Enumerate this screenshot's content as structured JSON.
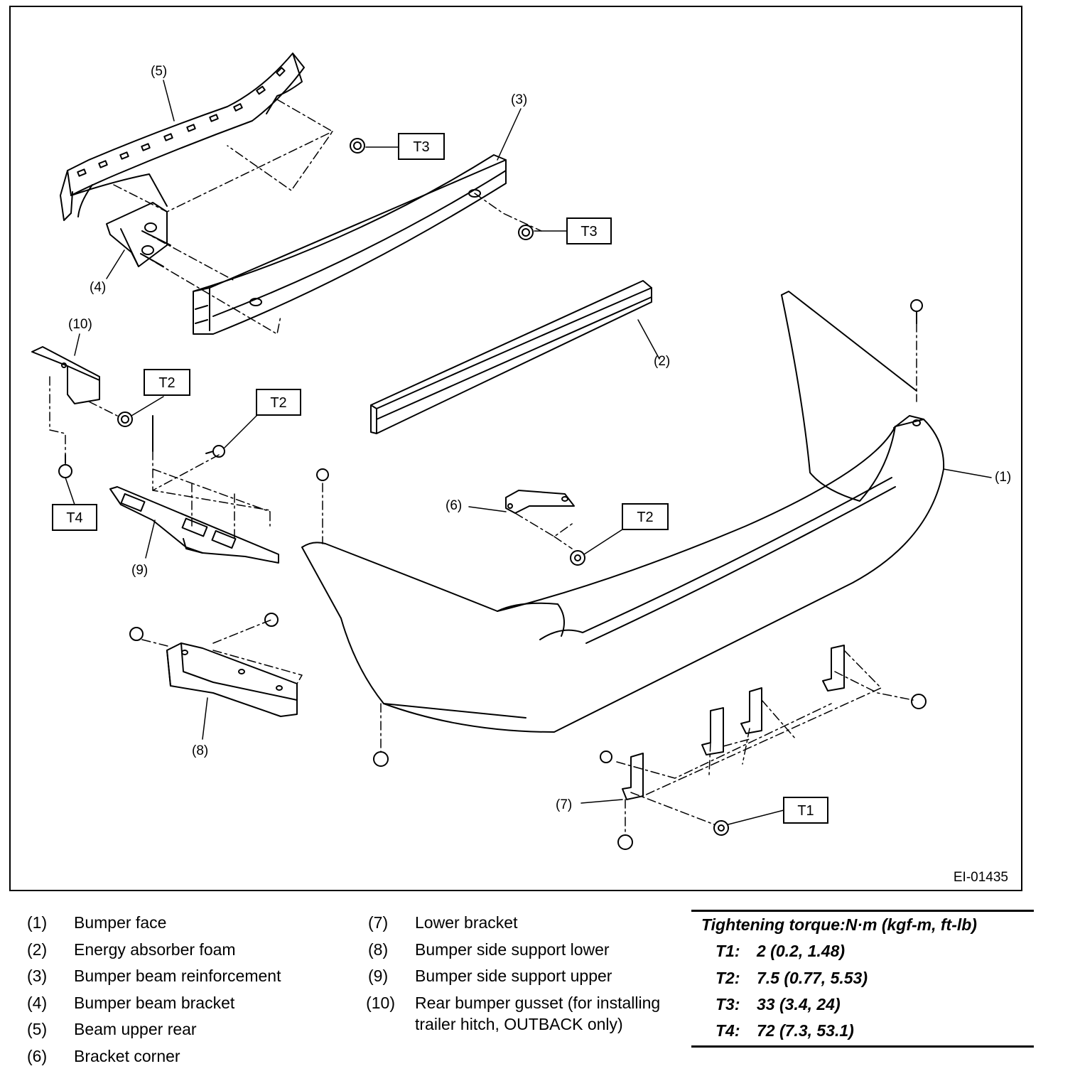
{
  "figure_id": "EI-01435",
  "callouts": [
    "(1)",
    "(2)",
    "(3)",
    "(4)",
    "(5)",
    "(6)",
    "(7)",
    "(8)",
    "(9)",
    "(10)"
  ],
  "torque_tags": [
    "T1",
    "T2",
    "T3",
    "T4"
  ],
  "legend": {
    "left": [
      {
        "num": "(1)",
        "text": "Bumper face"
      },
      {
        "num": "(2)",
        "text": "Energy absorber foam"
      },
      {
        "num": "(3)",
        "text": "Bumper beam reinforcement"
      },
      {
        "num": "(4)",
        "text": "Bumper beam bracket"
      },
      {
        "num": "(5)",
        "text": "Beam upper rear"
      },
      {
        "num": "(6)",
        "text": "Bracket corner"
      }
    ],
    "right": [
      {
        "num": "(7)",
        "text": "Lower bracket"
      },
      {
        "num": "(8)",
        "text": "Bumper side support lower"
      },
      {
        "num": "(9)",
        "text": "Bumper side support upper"
      },
      {
        "num": "(10)",
        "text": "Rear bumper gusset (for installing",
        "text2": "trailer hitch, OUTBACK only)"
      }
    ]
  },
  "torque": {
    "title": "Tightening torque:N·m (kgf-m, ft-lb)",
    "rows": [
      {
        "code": "T1:",
        "value": "2 (0.2, 1.48)"
      },
      {
        "code": "T2:",
        "value": "7.5 (0.77, 5.53)"
      },
      {
        "code": "T3:",
        "value": "33 (3.4, 24)"
      },
      {
        "code": "T4:",
        "value": "72 (7.3, 53.1)"
      }
    ]
  }
}
